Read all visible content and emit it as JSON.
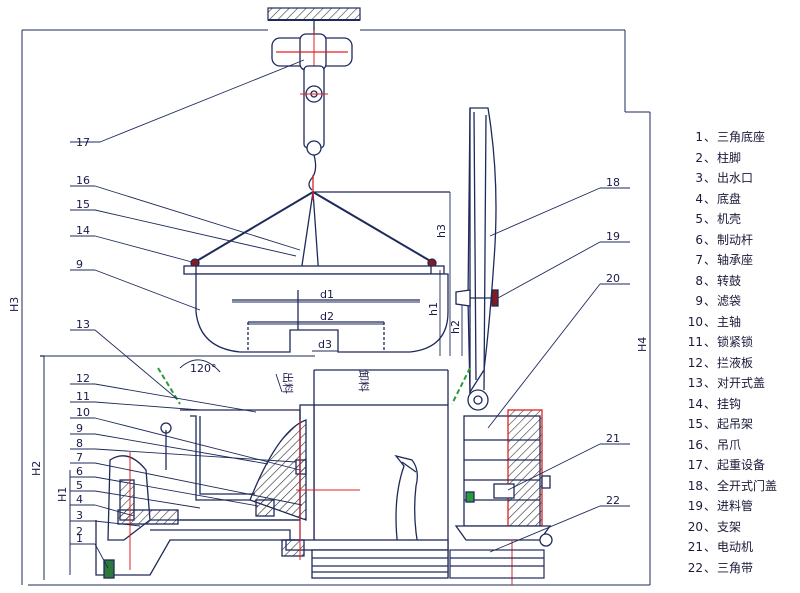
{
  "diagram": {
    "colors": {
      "line": "#1e2a5a",
      "red": "#e02020",
      "green": "#2a9a3a",
      "hatch": "#333333"
    },
    "callouts": [
      "17",
      "16",
      "15",
      "14",
      "9",
      "13",
      "12",
      "11",
      "10",
      "9",
      "8",
      "7",
      "6",
      "5",
      "4",
      "3",
      "2",
      "1",
      "18",
      "19",
      "20",
      "21",
      "22"
    ],
    "dimensions": {
      "d1": "d1",
      "d2": "d2",
      "d3": "d3",
      "h1": "h1",
      "h2": "h2",
      "h3": "h3",
      "H1": "H1",
      "H2": "H2",
      "H3": "H3",
      "H4": "H4",
      "angle": "120°"
    },
    "vertical_texts": {
      "left": "出料",
      "right": "卸料"
    },
    "legend": [
      {
        "num": "1",
        "sep": "、",
        "name": "三角底座"
      },
      {
        "num": "2",
        "sep": "、",
        "name": "柱脚"
      },
      {
        "num": "3",
        "sep": "、",
        "name": "出水口"
      },
      {
        "num": "4",
        "sep": "、",
        "name": "底盘"
      },
      {
        "num": "5",
        "sep": "、",
        "name": "机壳"
      },
      {
        "num": "6",
        "sep": "、",
        "name": "制动杆"
      },
      {
        "num": "7",
        "sep": "、",
        "name": "轴承座"
      },
      {
        "num": "8",
        "sep": "、",
        "name": "转鼓"
      },
      {
        "num": "9",
        "sep": "、",
        "name": "滤袋"
      },
      {
        "num": "10",
        "sep": "、",
        "name": "主轴"
      },
      {
        "num": "11",
        "sep": "、",
        "name": "锁紧锁"
      },
      {
        "num": "12",
        "sep": "、",
        "name": "拦液板"
      },
      {
        "num": "13",
        "sep": "、",
        "name": "对开式盖"
      },
      {
        "num": "14",
        "sep": "、",
        "name": "挂钩"
      },
      {
        "num": "15",
        "sep": "、",
        "name": "起吊架"
      },
      {
        "num": "16",
        "sep": "、",
        "name": "吊爪"
      },
      {
        "num": "17",
        "sep": "、",
        "name": "起重设备"
      },
      {
        "num": "18",
        "sep": "、",
        "name": "全开式门盖"
      },
      {
        "num": "19",
        "sep": "、",
        "name": "进料管"
      },
      {
        "num": "20",
        "sep": "、",
        "name": "支架"
      },
      {
        "num": "21",
        "sep": "、",
        "name": "电动机"
      },
      {
        "num": "22",
        "sep": "、",
        "name": "三角带"
      }
    ]
  }
}
